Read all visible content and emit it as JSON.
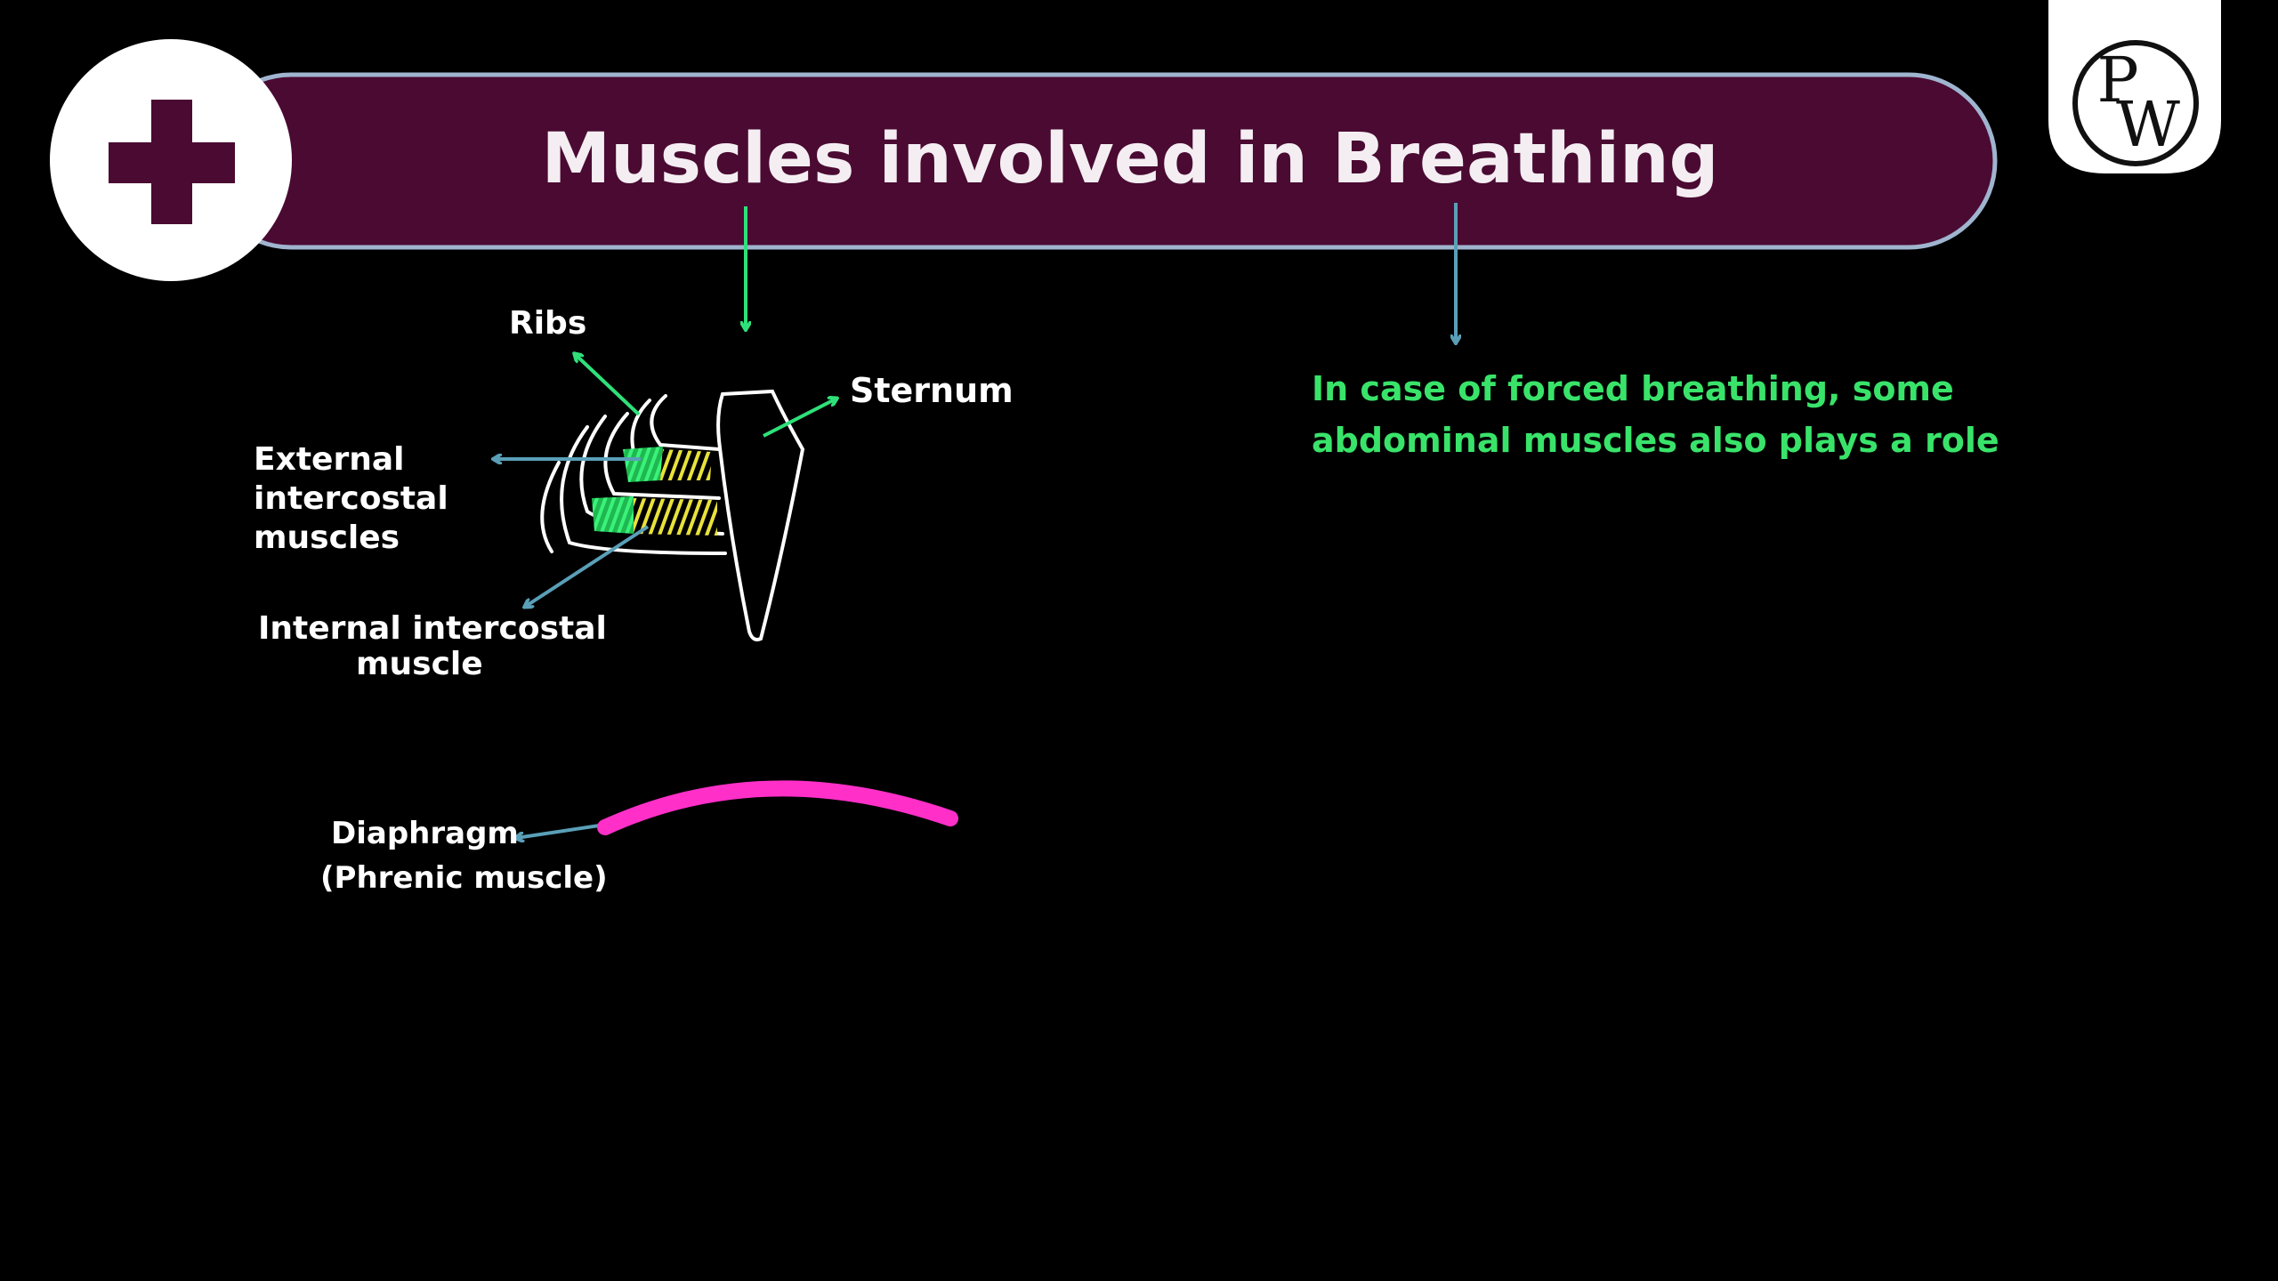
{
  "header": {
    "title": "Muscles involved in Breathing",
    "plus_icon": "plus-icon",
    "logo": {
      "letter_top": "P",
      "letter_bottom": "W"
    }
  },
  "labels": {
    "ribs": "Ribs",
    "sternum": "Sternum",
    "external_line1": "External",
    "external_line2": "intercostal",
    "external_line3": "muscles",
    "internal_line1": "Internal intercostal",
    "internal_line2": "muscle",
    "diaphragm_line1": "Diaphragm",
    "diaphragm_line2": "(Phrenic muscle)"
  },
  "note": {
    "line1": "In case of forced breathing, some",
    "line2": "abdominal muscles also plays a role"
  },
  "colors": {
    "banner_fill": "#4a0a32",
    "banner_border": "#9fb4cf",
    "plus": "#4a0a32",
    "arrow_green": "#2fe07a",
    "arrow_blue": "#5a9fb8",
    "external_muscle": "#2ee46a",
    "internal_muscle": "#e8e23a",
    "diaphragm": "#ff2fc8",
    "note_text": "#39e36a"
  }
}
